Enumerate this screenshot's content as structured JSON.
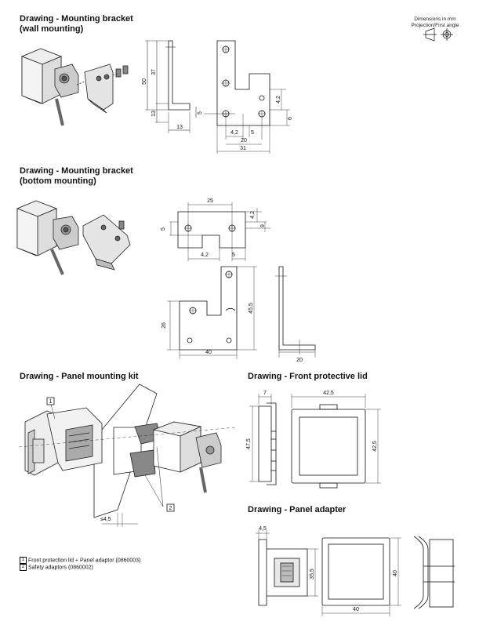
{
  "header": {
    "dimensions_note": "Dimensions in mm",
    "projection_note": "Projection/First angle"
  },
  "wall": {
    "title_line1": "Drawing - Mounting bracket",
    "title_line2": "(wall mounting)",
    "dims": {
      "d50": "50",
      "d37": "37",
      "d13v": "13",
      "d13h": "13",
      "d5": "5",
      "d42": "4,2",
      "d42b": "4,2",
      "d6": "6",
      "d5b": "5",
      "d20": "20",
      "d31": "31"
    }
  },
  "bottom": {
    "title_line1": "Drawing - Mounting bracket",
    "title_line2": "(bottom mounting)",
    "dims": {
      "d25": "25",
      "d42": "4,2",
      "d9": "9",
      "d5": "5",
      "d42b": "4,2",
      "d5b": "5",
      "d26": "26",
      "d455": "45,5",
      "d40": "40",
      "d20": "20"
    }
  },
  "panel": {
    "title": "Drawing - Panel mounting kit",
    "callout1": "1",
    "callout2": "2",
    "thickness": "≤4,5",
    "legend": [
      {
        "num": "1",
        "text": "Front protection lid + Panel adaptor (0860003)"
      },
      {
        "num": "2",
        "text": "Safety adaptors (0860002)"
      }
    ]
  },
  "lid": {
    "title": "Drawing - Front protective lid",
    "dims": {
      "d7": "7",
      "d425h": "42,5",
      "d475": "47,5",
      "d425v": "42,5"
    }
  },
  "adapter": {
    "title": "Drawing - Panel adapter",
    "dims": {
      "d45": "4,5",
      "d355": "35,5",
      "d40v": "40",
      "d40h": "40"
    }
  }
}
